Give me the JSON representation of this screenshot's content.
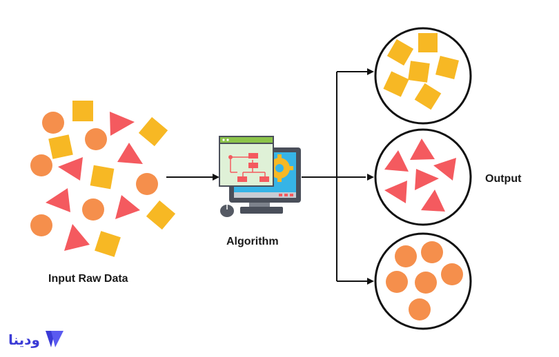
{
  "labels": {
    "input": "Input Raw Data",
    "algorithm": "Algorithm",
    "output": "Output"
  },
  "logo": {
    "text": "ودینا",
    "color": "#3b3bd6"
  },
  "colors": {
    "square": "#f7b824",
    "triangle": "#f45a5f",
    "circle": "#f58f4c",
    "line": "#111111",
    "monitor_bezel": "#4a4f5a",
    "screen": "#36b4e6",
    "window": "#dff1d7",
    "window_bar": "#8cc44a"
  },
  "icons": {
    "algorithm": "computer-flowchart-gear-icon"
  }
}
